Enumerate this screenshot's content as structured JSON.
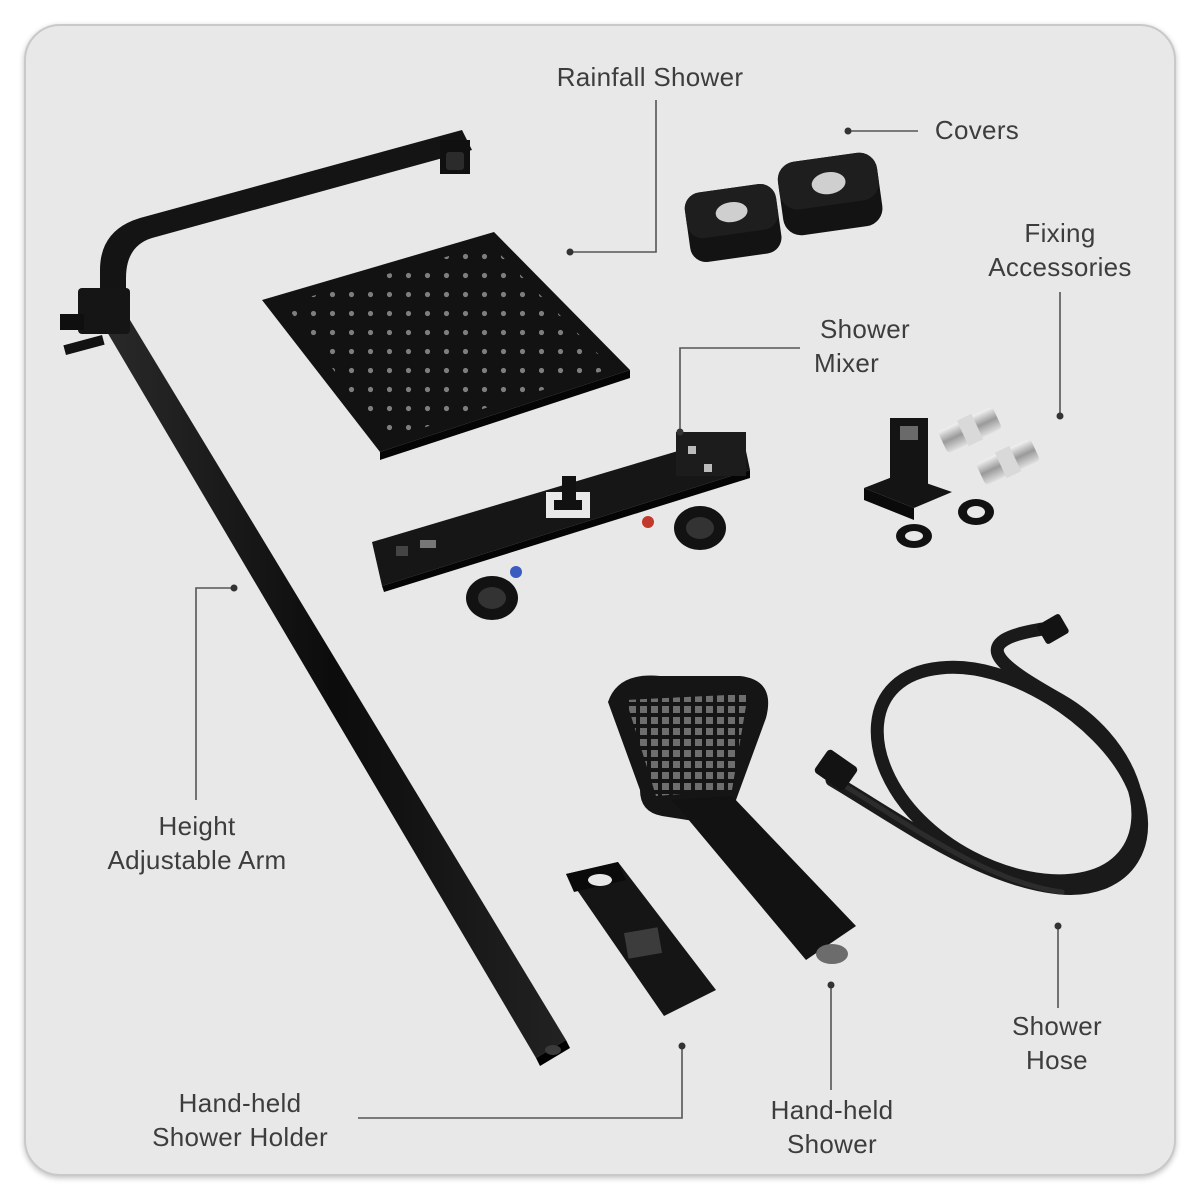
{
  "labels": {
    "rainfall_shower": "Rainfall Shower",
    "covers": "Covers",
    "fixing_line1": "Fixing",
    "fixing_line2": "Accessories",
    "mixer_line1": "Shower",
    "mixer_line2": "Mixer",
    "arm_line1": "Height",
    "arm_line2": "Adjustable Arm",
    "holder_line1": "Hand-held",
    "holder_line2": "Shower Holder",
    "handheld_line1": "Hand-held",
    "handheld_line2": "Shower",
    "hose_line1": "Shower",
    "hose_line2": "Hose"
  },
  "colors": {
    "background": "#e8e8e8",
    "product_black": "#141414",
    "text": "#3d3d3d",
    "leader_line": "#555555"
  }
}
